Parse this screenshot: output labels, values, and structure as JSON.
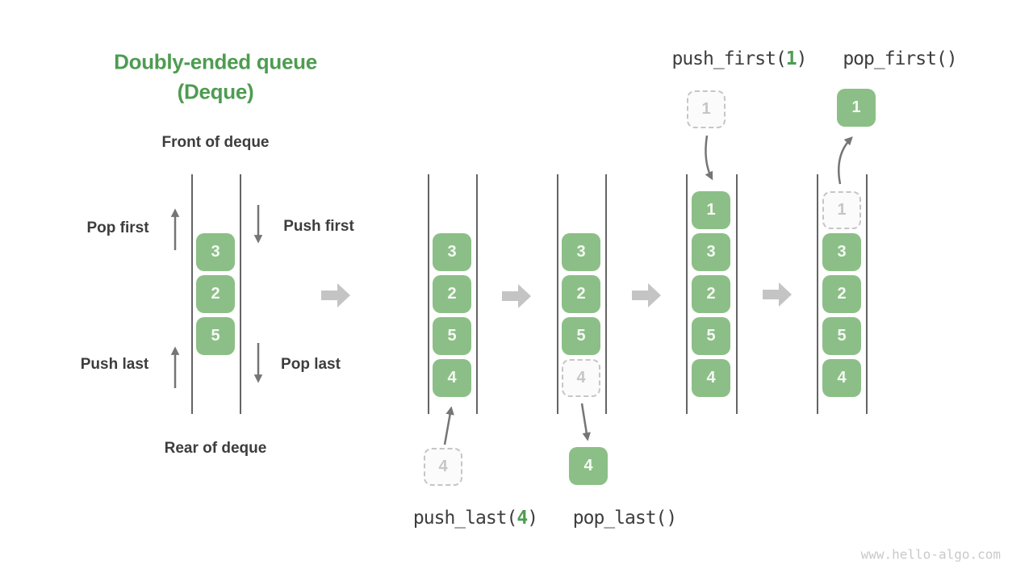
{
  "title": {
    "line1": "Doubly-ended queue",
    "line2": "(Deque)"
  },
  "deque_labels": {
    "front": "Front of deque",
    "rear": "Rear of deque",
    "pop_first": "Pop first",
    "push_first": "Push first",
    "push_last": "Push last",
    "pop_last": "Pop last"
  },
  "operations": {
    "push_last": {
      "prefix": "push_last(",
      "arg": "4",
      "suffix": ")"
    },
    "pop_last": {
      "label": "pop_last()"
    },
    "push_first": {
      "prefix": "push_first(",
      "arg": "1",
      "suffix": ")"
    },
    "pop_first": {
      "label": "pop_first()"
    }
  },
  "queues": [
    {
      "name": "initial-deque",
      "items": [
        "3",
        "2",
        "5"
      ]
    },
    {
      "name": "after-push-last",
      "items": [
        "3",
        "2",
        "5",
        "4"
      ]
    },
    {
      "name": "during-pop-last",
      "items": [
        "3",
        "2",
        "5",
        "4"
      ],
      "ghost_index": 3
    },
    {
      "name": "after-push-first",
      "items": [
        "1",
        "3",
        "2",
        "5",
        "4"
      ]
    },
    {
      "name": "during-pop-first",
      "items": [
        "1",
        "3",
        "2",
        "5",
        "4"
      ],
      "ghost_index": 0
    }
  ],
  "floating_cells": {
    "push_last_new": "4",
    "pop_last_removed": "4",
    "push_first_new": "1",
    "pop_first_removed": "1"
  },
  "watermark": "www.hello-algo.com",
  "colors": {
    "accent_green": "#4e9c51",
    "cell_green": "#8cbf87",
    "step_arrow_gray": "#c4c4c4",
    "text_dark": "#3d3d3d"
  }
}
